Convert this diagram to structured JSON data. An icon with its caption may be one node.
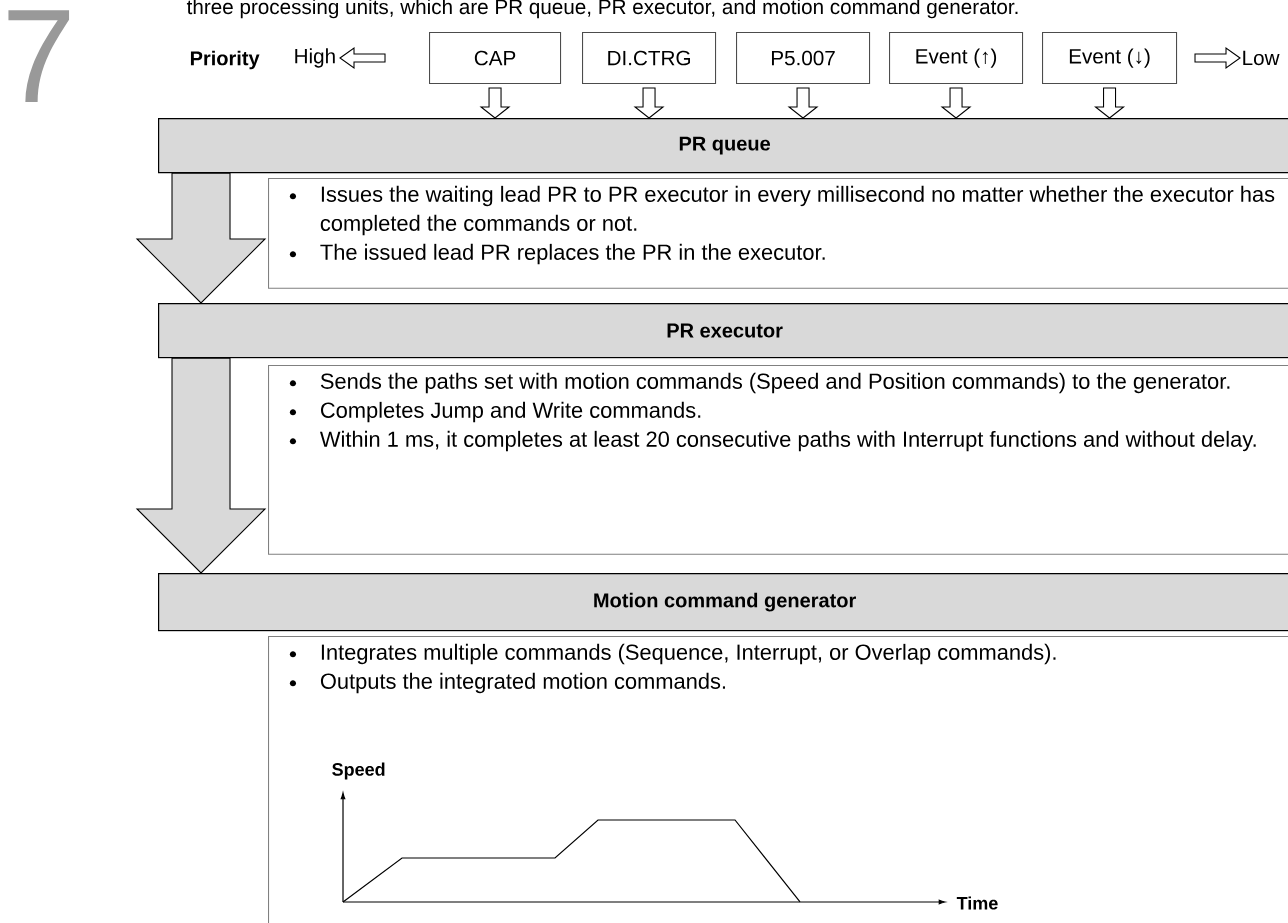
{
  "diagram": {
    "nodes": [
      {
        "text": [
          "CAP"
        ]
      },
      {
        "text": [
          "DI.CTRG"
        ]
      },
      {
        "text": [
          "P5.007"
        ]
      },
      {
        "text": [
          "Event (↑)"
        ]
      },
      {
        "text": [
          "Event (↓)"
        ]
      },
      {
        "text": [
          "PR queue"
        ]
      },
      {
        "text": [
          "Issues the waiting lead PR to PR executor in every millisecond no matter whether the executor has completed the commands or not.",
          "The issued lead PR replaces the PR in the executor."
        ]
      },
      {
        "text": [
          "PR executor"
        ]
      },
      {
        "text": [
          "Sends the paths set with motion commands (Speed and Position commands) to the generator.",
          "Completes Jump and Write commands.",
          "Within 1 ms, it completes at least 20 consecutive paths with Interrupt functions and without delay."
        ]
      },
      {
        "text": [
          "Motion command generator"
        ]
      },
      {
        "text": [
          "Integrates multiple commands (Sequence, Interrupt, or Overlap commands).",
          "Outputs the integrated motion commands."
        ]
      }
    ],
    "edges": [
      {
        "from": 0,
        "to": 5,
        "arrow": "to"
      },
      {
        "from": 1,
        "to": 5,
        "arrow": "to"
      },
      {
        "from": 2,
        "to": 5,
        "arrow": "to"
      },
      {
        "from": 3,
        "to": 5,
        "arrow": "to"
      },
      {
        "from": 4,
        "to": 5,
        "arrow": "to"
      },
      {
        "from": 5,
        "to": 7,
        "arrow": "to"
      },
      {
        "from": 7,
        "to": 9,
        "arrow": "to"
      }
    ],
    "labels": [
      "7",
      "three processing units, which are PR queue, PR executor, and motion command generator.",
      "Priority",
      "High",
      "Low",
      "Speed",
      "Time"
    ]
  }
}
